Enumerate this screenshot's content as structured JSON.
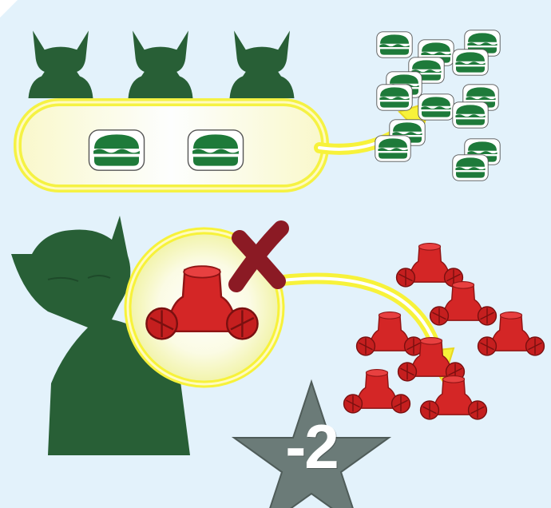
{
  "card": {
    "background": "#e3f2fb",
    "monster_color": "#2e6b3d",
    "food_color": "#1e7a3a",
    "meeple_color": "#d32424",
    "highlight_color": "#f7f23a",
    "cross_color": "#8b1a24",
    "badge_color": "#6b7b78"
  },
  "top_row": {
    "monsters_count": 3,
    "kept_food_count": 2,
    "pile_food_count": 14,
    "icons": [
      "monster-icon",
      "burger-token-icon",
      "arrow-icon"
    ]
  },
  "bottom_row": {
    "meeples_in_pile": 7,
    "icons": [
      "monster-icon",
      "meeple-icon",
      "cross-icon",
      "arrow-icon"
    ]
  },
  "badge": {
    "value": "-2",
    "icon": "star-icon"
  }
}
